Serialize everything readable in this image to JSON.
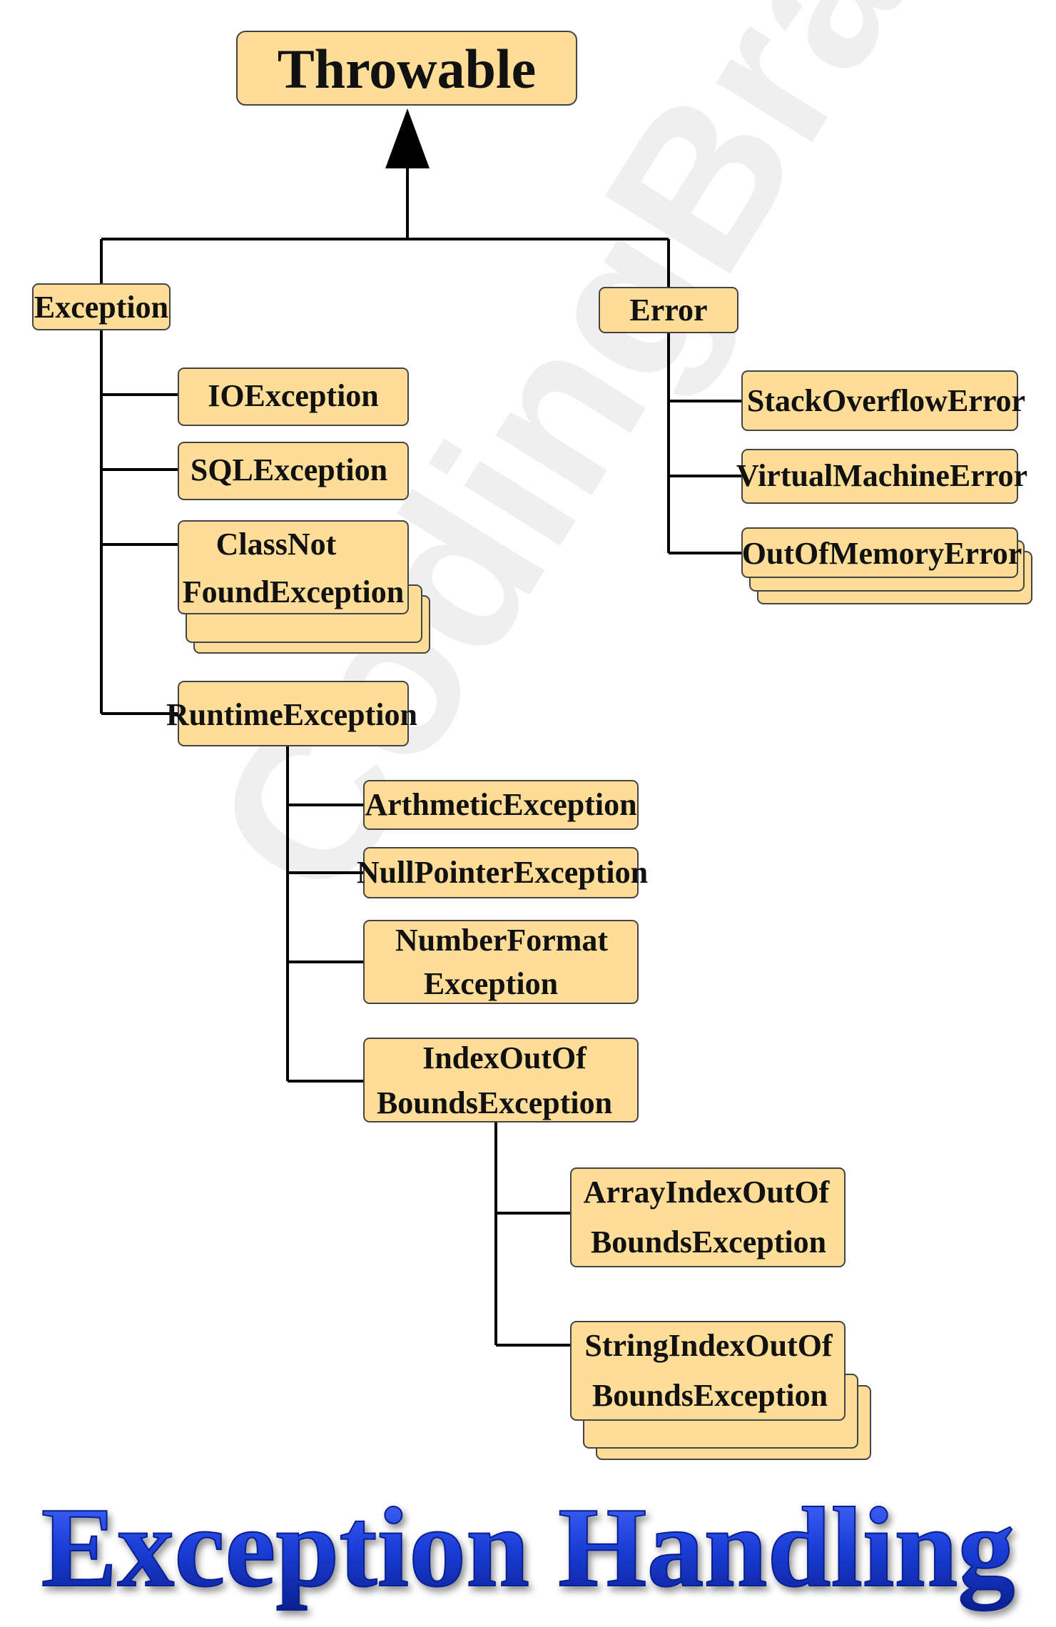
{
  "diagram": {
    "root": {
      "label": "Throwable"
    },
    "exception": {
      "label": "Exception",
      "io": "IOException",
      "sql": "SQLException",
      "classnotfound": [
        "ClassNot",
        "FoundException"
      ],
      "runtime": "RuntimeException"
    },
    "runtime_children": {
      "arithmetic": "ArthmeticException",
      "nullpointer": "NullPointerException",
      "numberformat": [
        "NumberFormat",
        "Exception"
      ],
      "indexoutofbounds": [
        "IndexOutOf",
        "BoundsException"
      ]
    },
    "index_children": {
      "array": [
        "ArrayIndexOutOf",
        "BoundsException"
      ],
      "string": [
        "StringIndexOutOf",
        "BoundsException"
      ]
    },
    "error": {
      "label": "Error",
      "stackoverflow": "StackOverflowError",
      "virtualmachine": "VirtualMachineError",
      "outofmemory": "OutOfMemoryError"
    }
  },
  "title": "Exception Handling",
  "colors": {
    "node_fill": "#fddd98",
    "node_stroke": "#444444",
    "connector": "#000000",
    "title_blue": "#1a3ed8"
  },
  "watermark": "CodingBrain"
}
